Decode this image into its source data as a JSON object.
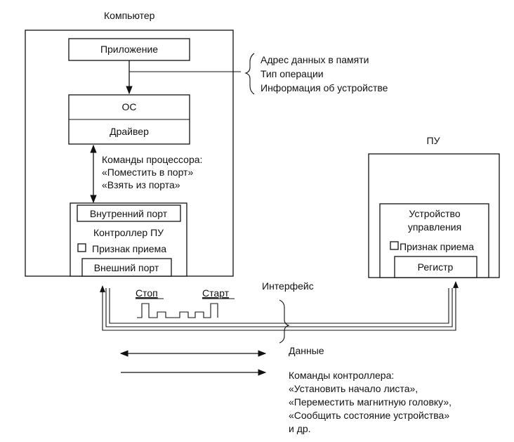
{
  "computer": {
    "title": "Компьютер",
    "app_box": "Приложение",
    "os_box": "ОС",
    "driver_box": "Драйвер",
    "controller": {
      "internal_port": "Внутренний порт",
      "title": "Контроллер ПУ",
      "receive_flag": "Признак приема",
      "external_port": "Внешний порт"
    }
  },
  "call_params": [
    "Адрес данных в памяти",
    "Тип операции",
    "Информация об устройстве"
  ],
  "cpu_commands": [
    "Команды процессора:",
    "«Поместить в порт»",
    "«Взять из порта»"
  ],
  "device": {
    "title": "ПУ",
    "control_unit": [
      "Устройство",
      "управления"
    ],
    "receive_flag": "Признак приема",
    "register": "Регистр"
  },
  "interface": {
    "label": "Интерфейс",
    "stop": "Стоп",
    "start": "Старт"
  },
  "legend": {
    "data": "Данные",
    "controller_commands": [
      "Команды контроллера:",
      "«Установить начало листа»,",
      "«Переместить магнитную головку»,",
      "«Сообщить состояние устройства»",
      "и др."
    ]
  }
}
